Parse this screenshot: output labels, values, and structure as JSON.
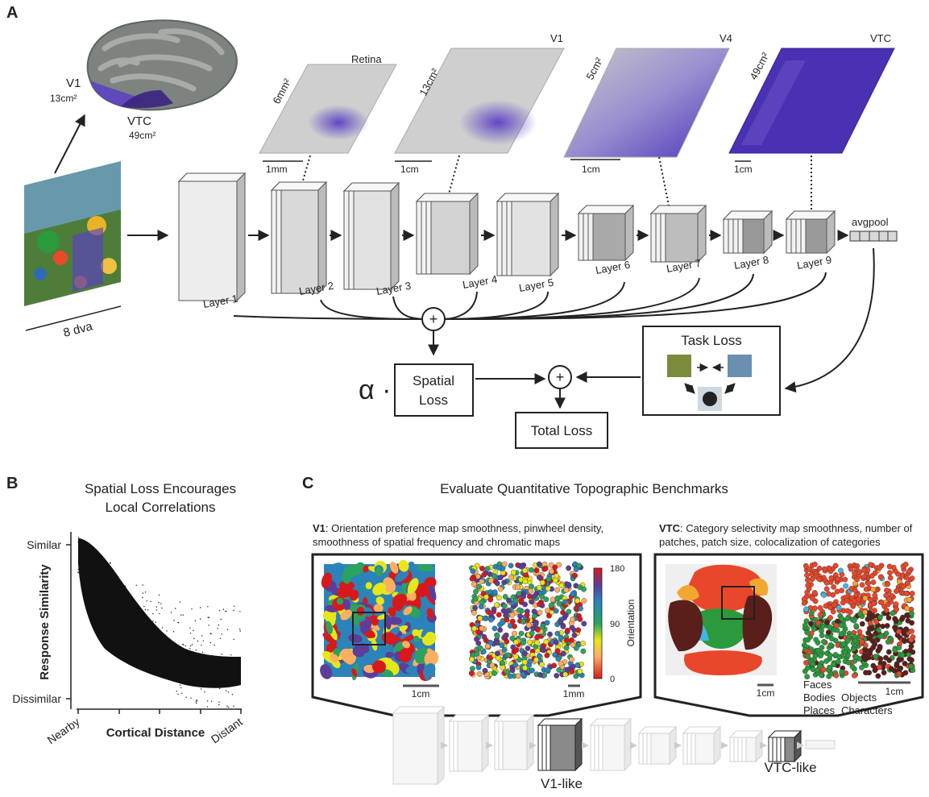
{
  "panel_a": {
    "letter": "A",
    "brain": {
      "v1_label": "V1",
      "v1_area": "13cm²",
      "vtc_label": "VTC",
      "vtc_area": "49cm²"
    },
    "input_dva": "8 dva",
    "sheets": [
      {
        "name": "Retina",
        "area": "6mm²",
        "scale": "1mm"
      },
      {
        "name": "V1",
        "area": "13cm²",
        "scale": "1cm"
      },
      {
        "name": "V4",
        "area": "5cm²",
        "scale": "1cm"
      },
      {
        "name": "VTC",
        "area": "49cm²",
        "scale": "1cm"
      }
    ],
    "layers": [
      "Layer 1",
      "Layer 2",
      "Layer 3",
      "Layer 4",
      "Layer 5",
      "Layer 6",
      "Layer 7",
      "Layer 8",
      "Layer 9"
    ],
    "avgpool": "avgpool",
    "plus": "+",
    "alpha": "α ·",
    "spatial_loss": [
      "Spatial",
      "Loss"
    ],
    "task_loss": "Task Loss",
    "total_loss": "Total Loss"
  },
  "panel_b": {
    "letter": "B",
    "title": [
      "Spatial Loss Encourages",
      "Local Correlations"
    ],
    "ylabel": "Response Similarity",
    "xlabel": "Cortical Distance",
    "y_top": "Similar",
    "y_bottom": "Dissimilar",
    "x_left": "Nearby",
    "x_right": "Distant"
  },
  "panel_c": {
    "letter": "C",
    "title": "Evaluate Quantitative Topographic Benchmarks",
    "v1_bold": "V1",
    "v1_text": [
      ": Orientation preference map smoothness, pinwheel density,",
      "smoothness of spatial frequency and chromatic maps"
    ],
    "vtc_bold": "VTC",
    "vtc_text": [
      ": Category selectivity map smoothness, number of",
      "patches, patch size, colocalization of categories"
    ],
    "colorbar_label": "Orientation",
    "colorbar_ticks": [
      "180",
      "90",
      "0"
    ],
    "scale_v1_left": "1cm",
    "scale_v1_right": "1mm",
    "scale_vtc_left": "1cm",
    "scale_vtc_right": "1cm",
    "legend": [
      {
        "label": "Faces",
        "color": "#e8472b"
      },
      {
        "label": "Bodies",
        "color": "#f0a830"
      },
      {
        "label": "Objects",
        "color": "#3fb6e6"
      },
      {
        "label": "Places",
        "color": "#2a9a3c"
      },
      {
        "label": "Characters",
        "color": "#5a1f1a"
      }
    ],
    "v1_like": "V1-like",
    "vtc_like": "VTC-like"
  },
  "colors": {
    "purple": "#5b3fc4",
    "sheet_gray": "#c9c9c9",
    "accent": "#222222"
  }
}
